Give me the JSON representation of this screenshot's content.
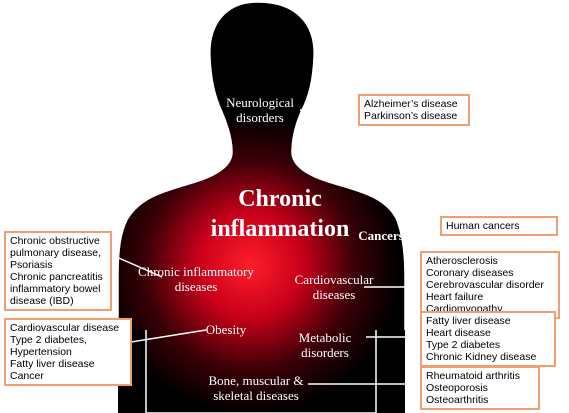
{
  "title": {
    "line1": "Chronic",
    "line2": "inflammation"
  },
  "labels": {
    "neuro": [
      "Neurological",
      "disorders"
    ],
    "cancers": [
      "Cancers"
    ],
    "chronic_inflam": [
      "Chronic inflammatory",
      "diseases"
    ],
    "cardio": [
      "Cardiovascular",
      "diseases"
    ],
    "obesity": [
      "Obesity"
    ],
    "metabolic": [
      "Metabolic",
      "disorders"
    ],
    "bone": [
      "Bone, muscular &",
      "skeletal diseases"
    ]
  },
  "boxes": {
    "neuro": [
      "Alzheimer’s disease",
      "Parkinson’s disease"
    ],
    "cancers": [
      "Human cancers"
    ],
    "cardio": [
      "Atherosclerosis",
      "Coronary diseases",
      "Cerebrovascular disorder",
      "Heart failure",
      "Cardiomyopathy"
    ],
    "chronic_inflam": [
      "Chronic obstructive",
      "pulmonary disease,",
      "Psoriasis",
      "Chronic pancreatitis",
      "inflammatory bowel",
      "disease (IBD)"
    ],
    "obesity": [
      "Cardiovascular disease",
      "Type 2 diabetes,",
      "Hypertension",
      "Fatty liver disease",
      "Cancer"
    ],
    "metabolic": [
      "Fatty liver disease",
      "Heart disease",
      "Type 2 diabetes",
      "Chronic Kidney disease"
    ],
    "bone": [
      "Rheumatoid arthritis",
      "Osteoporosis",
      "Osteoarthritis"
    ]
  },
  "colors": {
    "silhouette": "#000000",
    "glow": "#e0001a",
    "box_border": "#f0a070",
    "connector": "#ffffff",
    "text_on_dark": "#ffffff"
  }
}
